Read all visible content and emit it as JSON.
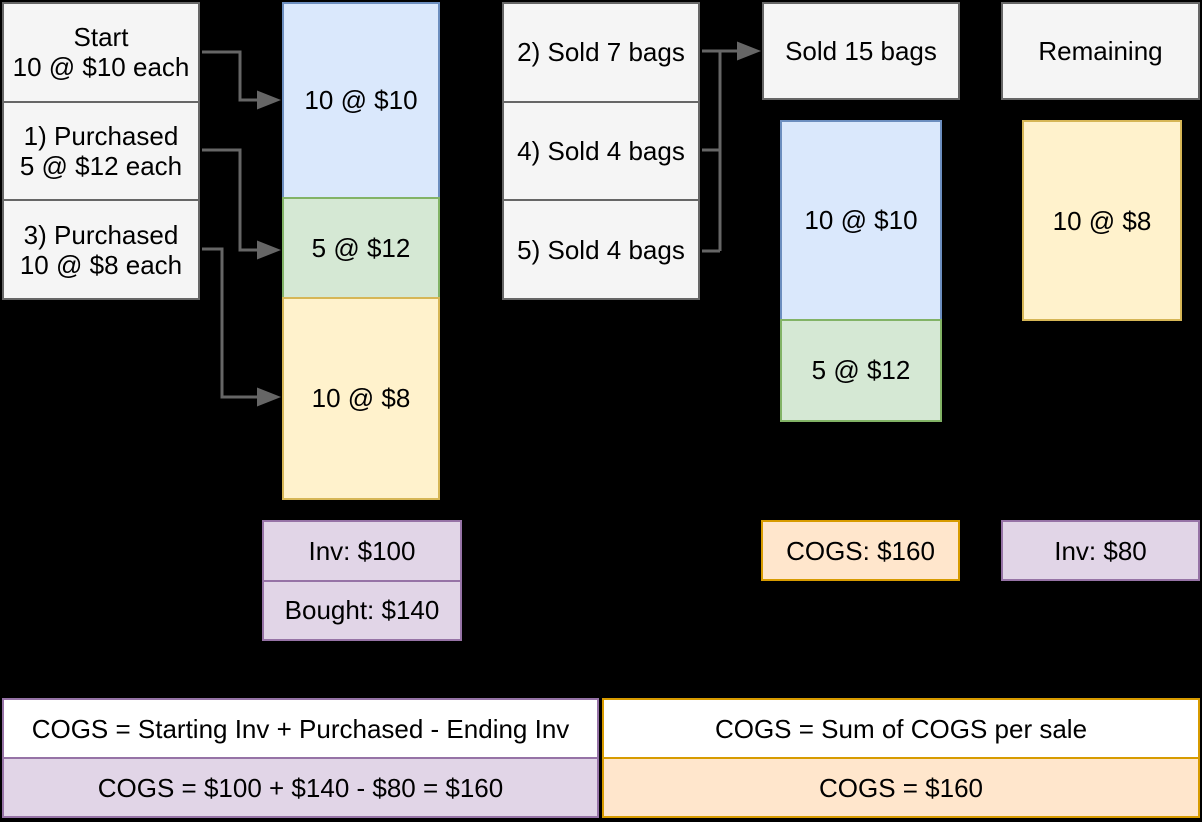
{
  "colors": {
    "bg": "#000000",
    "text": "#000000",
    "connector": "#666666",
    "gray_fill": "#f5f5f5",
    "gray_stroke": "#666666",
    "blue_fill": "#dae8fc",
    "blue_stroke": "#6c8ebf",
    "green_fill": "#d5e8d4",
    "green_stroke": "#82b366",
    "yellow_fill": "#fff2cc",
    "yellow_stroke": "#d6b656",
    "orange_fill": "#ffe6cc",
    "orange_stroke": "#d79b00",
    "purple_fill": "#e1d5e7",
    "purple_stroke": "#9673a6",
    "white_fill": "#ffffff"
  },
  "events": {
    "rows": [
      {
        "line1": "Start",
        "line2": "10 @ $10 each"
      },
      {
        "line1": "1) Purchased",
        "line2": "5 @ $12 each"
      },
      {
        "line1": "3) Purchased",
        "line2": "10 @ $8 each"
      }
    ]
  },
  "inventory_stack": {
    "segments": [
      {
        "label": "10 @ $10"
      },
      {
        "label": "5 @ $12"
      },
      {
        "label": "10 @ $8"
      }
    ]
  },
  "inventory_summary": {
    "inv": "Inv: $100",
    "bought": "Bought: $140"
  },
  "sales": {
    "rows": [
      {
        "label": "2) Sold 7 bags"
      },
      {
        "label": "4) Sold 4 bags"
      },
      {
        "label": "5) Sold 4 bags"
      }
    ]
  },
  "sold": {
    "header": "Sold 15 bags",
    "segments": [
      {
        "label": "10 @ $10"
      },
      {
        "label": "5 @ $12"
      }
    ],
    "cogs": "COGS: $160"
  },
  "remaining": {
    "header": "Remaining",
    "segment": "10 @ $8",
    "inv": "Inv: $80"
  },
  "formulas": {
    "left": {
      "formula": "COGS = Starting Inv + Purchased - Ending Inv",
      "result": "COGS = $100 + $140 - $80 = $160"
    },
    "right": {
      "formula": "COGS = Sum of COGS per sale",
      "result": "COGS = $160"
    }
  }
}
